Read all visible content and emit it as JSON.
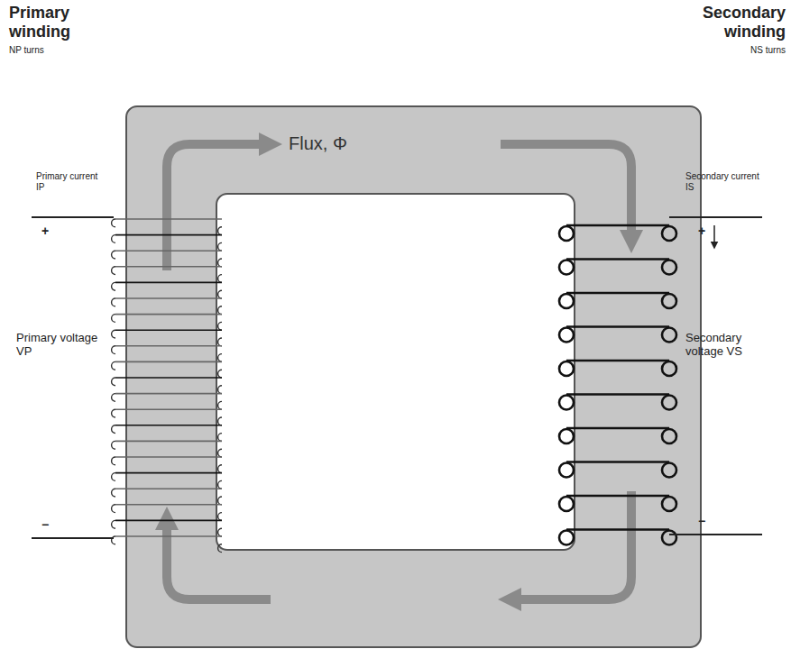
{
  "diagram": {
    "labels": [
      "Primary winding",
      "NP turns",
      "Secondary winding",
      "NS turns",
      "Flux, Φ",
      "Primary current IP",
      "Secondary current IS",
      "Primary voltage VP",
      "Secondary voltage VS",
      "+",
      "−",
      "+",
      "−"
    ]
  }
}
